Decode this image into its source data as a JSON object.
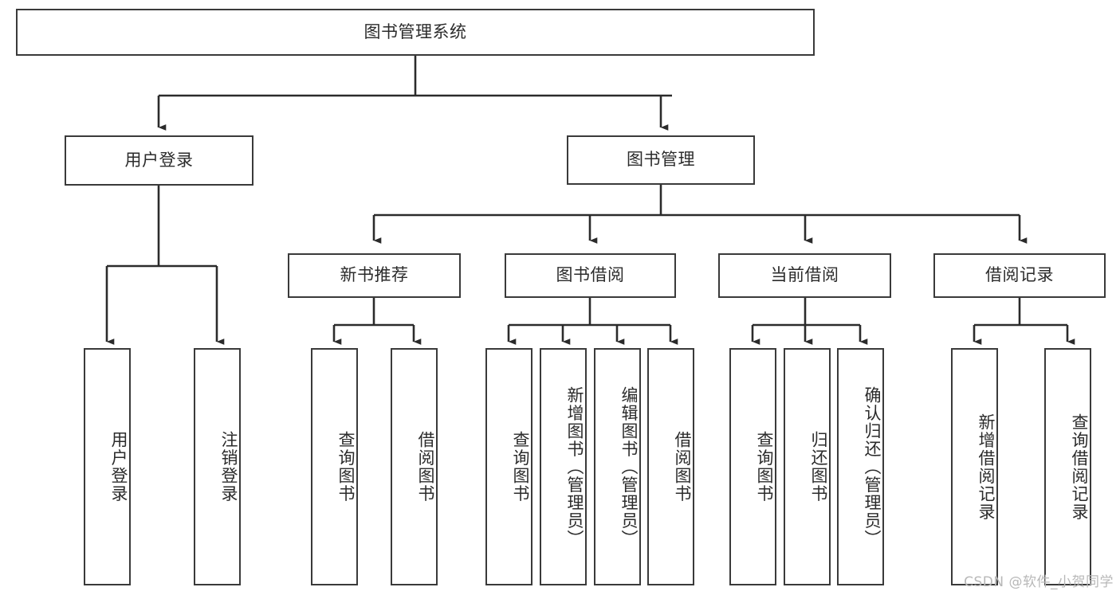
{
  "diagram": {
    "title": "图书管理系统",
    "type": "tree-hierarchy",
    "watermark": "CSDN @软件_小贺同学",
    "colors": {
      "box_border": "#3a3a3a",
      "box_fill": "#ffffff",
      "text": "#2b2b2b",
      "edge": "#2b2b2b",
      "watermark": "#b8b8b8",
      "background": "#ffffff"
    },
    "root": {
      "label": "图书管理系统"
    },
    "level2": [
      {
        "id": "user-login",
        "label": "用户登录"
      },
      {
        "id": "book-management",
        "label": "图书管理"
      }
    ],
    "level3": [
      {
        "id": "new-book-recommend",
        "label": "新书推荐",
        "parent": "book-management"
      },
      {
        "id": "book-borrow",
        "label": "图书借阅",
        "parent": "book-management"
      },
      {
        "id": "current-borrow",
        "label": "当前借阅",
        "parent": "book-management"
      },
      {
        "id": "borrow-record",
        "label": "借阅记录",
        "parent": "book-management"
      }
    ],
    "leaves": {
      "user-login": [
        {
          "id": "leaf-user-login",
          "label": "用户登录"
        },
        {
          "id": "leaf-logout-login",
          "label": "注销登录"
        }
      ],
      "new-book-recommend": [
        {
          "id": "leaf-query-book-1",
          "label": "查询图书"
        },
        {
          "id": "leaf-borrow-book-1",
          "label": "借阅图书"
        }
      ],
      "book-borrow": [
        {
          "id": "leaf-query-book-2",
          "label": "查询图书"
        },
        {
          "id": "leaf-add-book-admin",
          "label": "新增图书（管理员）"
        },
        {
          "id": "leaf-edit-book-admin",
          "label": "编辑图书（管理员）"
        },
        {
          "id": "leaf-borrow-book-2",
          "label": "借阅图书"
        }
      ],
      "current-borrow": [
        {
          "id": "leaf-query-book-3",
          "label": "查询图书"
        },
        {
          "id": "leaf-return-book",
          "label": "归还图书"
        },
        {
          "id": "leaf-confirm-return-admin",
          "label": "确认归还（管理员）"
        }
      ],
      "borrow-record": [
        {
          "id": "leaf-add-borrow-record",
          "label": "新增借阅记录"
        },
        {
          "id": "leaf-query-borrow-record",
          "label": "查询借阅记录"
        }
      ]
    }
  }
}
